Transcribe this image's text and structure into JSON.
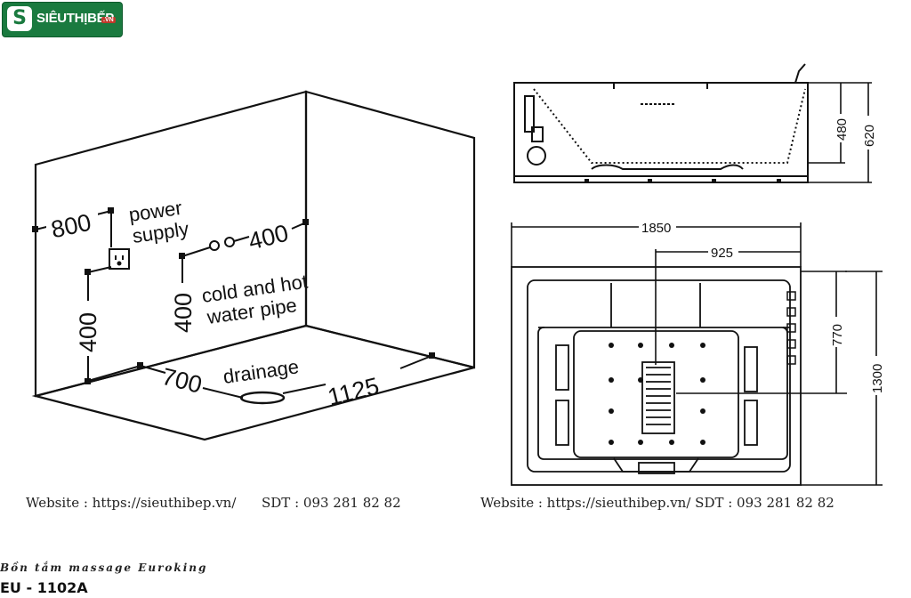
{
  "logo": {
    "text": "SIÊUTHỊBẾP",
    "suffix": ".VN",
    "mark": "S",
    "icon": "logo-mark-icon"
  },
  "room_diagram": {
    "labels": {
      "power": "power",
      "supply": "supply",
      "cold_line1": "cold and hot",
      "cold_line2": "water pipe",
      "drainage": "drainage"
    },
    "dimensions": {
      "power_offset": "800",
      "power_height": "400",
      "pipe_offset": "400",
      "pipe_height": "400",
      "drain_left": "700",
      "drain_right": "1125"
    },
    "icons": [
      "power-socket-icon",
      "water-pipe-icon",
      "drain-icon"
    ]
  },
  "side_view": {
    "dimensions": {
      "inner_depth": "480",
      "total_height": "620"
    }
  },
  "top_view": {
    "dimensions": {
      "length": "1850",
      "half_length": "925",
      "offset_770": "770",
      "width": "1300"
    },
    "icons": [
      "jet-nozzle-icon",
      "headrest-icon",
      "control-panel-icon"
    ]
  },
  "footer": {
    "left_website": "Website : https://sieuthibep.vn/",
    "left_phone": "SDT : 093 281 82 82",
    "right_text": "Website : https://sieuthibep.vn/ SDT : 093 281 82 82"
  },
  "product": {
    "line": "Bồn tắm massage Euroking",
    "model": "EU - 1102A"
  }
}
